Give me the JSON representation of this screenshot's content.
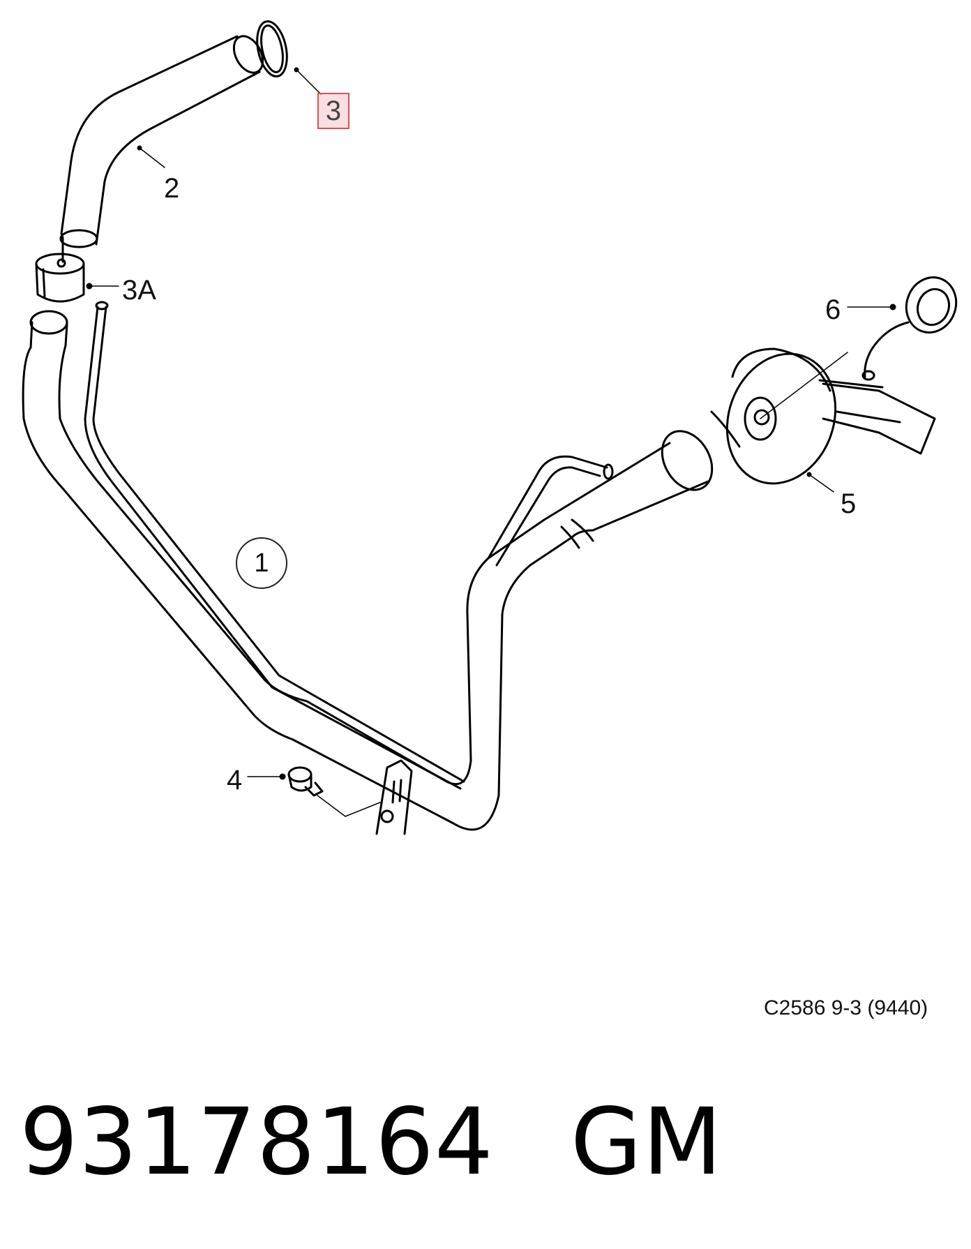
{
  "callouts": {
    "c1": "1",
    "c2": "2",
    "c3": "3",
    "c3a": "3A",
    "c4": "4",
    "c5": "5",
    "c6": "6"
  },
  "reference_code": "C2586 9-3 (9440)",
  "part": {
    "number": "93178164",
    "brand": "GM"
  },
  "colors": {
    "line": "#000000",
    "highlight_border": "#d9534f",
    "highlight_fill": "#f6d4d8"
  }
}
